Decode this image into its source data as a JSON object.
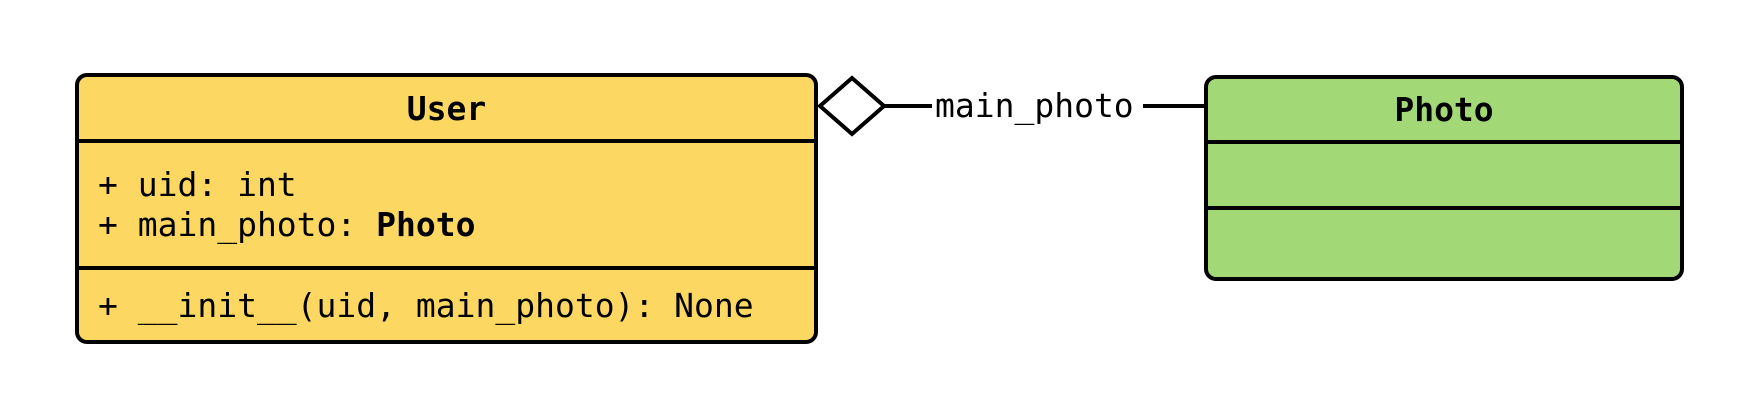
{
  "diagram": {
    "background_color": "#ffffff",
    "stroke_color": "#000000",
    "classes": [
      {
        "name": "User",
        "fill": "#FCD862",
        "attributes": [
          {
            "text": "+ uid: int",
            "type": ""
          },
          {
            "text": "+ main_photo: ",
            "type": "Photo"
          }
        ],
        "methods": [
          {
            "text": "+ __init__(uid, main_photo): None"
          }
        ]
      },
      {
        "name": "Photo",
        "fill": "#A3D877",
        "attributes": [],
        "methods": []
      }
    ],
    "relationship": {
      "type": "aggregation",
      "from": "User",
      "to": "Photo",
      "label": "main_photo",
      "diamond_fill": "#ffffff",
      "line_color": "#000000"
    }
  }
}
